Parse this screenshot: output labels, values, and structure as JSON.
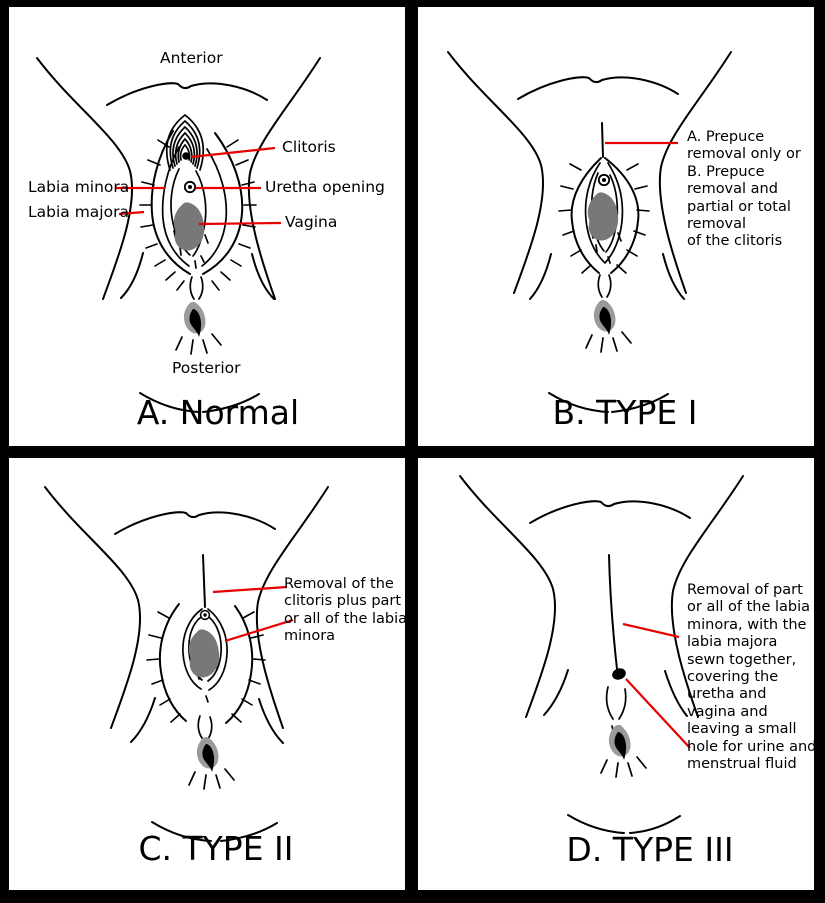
{
  "colors": {
    "frame": "#000000",
    "panel_bg": "#ffffff",
    "ink": "#000000",
    "accent_red": "#e60000",
    "blob_gray": "#787878",
    "anus_gray": "#9a9a9a"
  },
  "panels": {
    "a": {
      "title": "A. Normal",
      "anterior": "Anterior",
      "posterior": "Posterior",
      "labels": {
        "clitoris": "Clitoris",
        "urethra": "Uretha opening",
        "vagina": "Vagina",
        "labia_minora": "Labia minora",
        "labia_majora": "Labia majora"
      }
    },
    "b": {
      "title": "B. TYPE I",
      "note": "A. Prepuce\nremoval only or\nB. Prepuce\nremoval and\npartial or total\nremoval\nof the clitoris"
    },
    "c": {
      "title": "C. TYPE II",
      "note": "Removal of the\nclitoris plus part\nor all of the labia\nminora"
    },
    "d": {
      "title": "D. TYPE III",
      "note": "Removal of part\nor all of the labia\nminora, with the\nlabia majora\nsewn together,\ncovering the\nuretha and\nvagina and\nleaving a small\nhole for urine and\nmenstrual fluid"
    }
  }
}
